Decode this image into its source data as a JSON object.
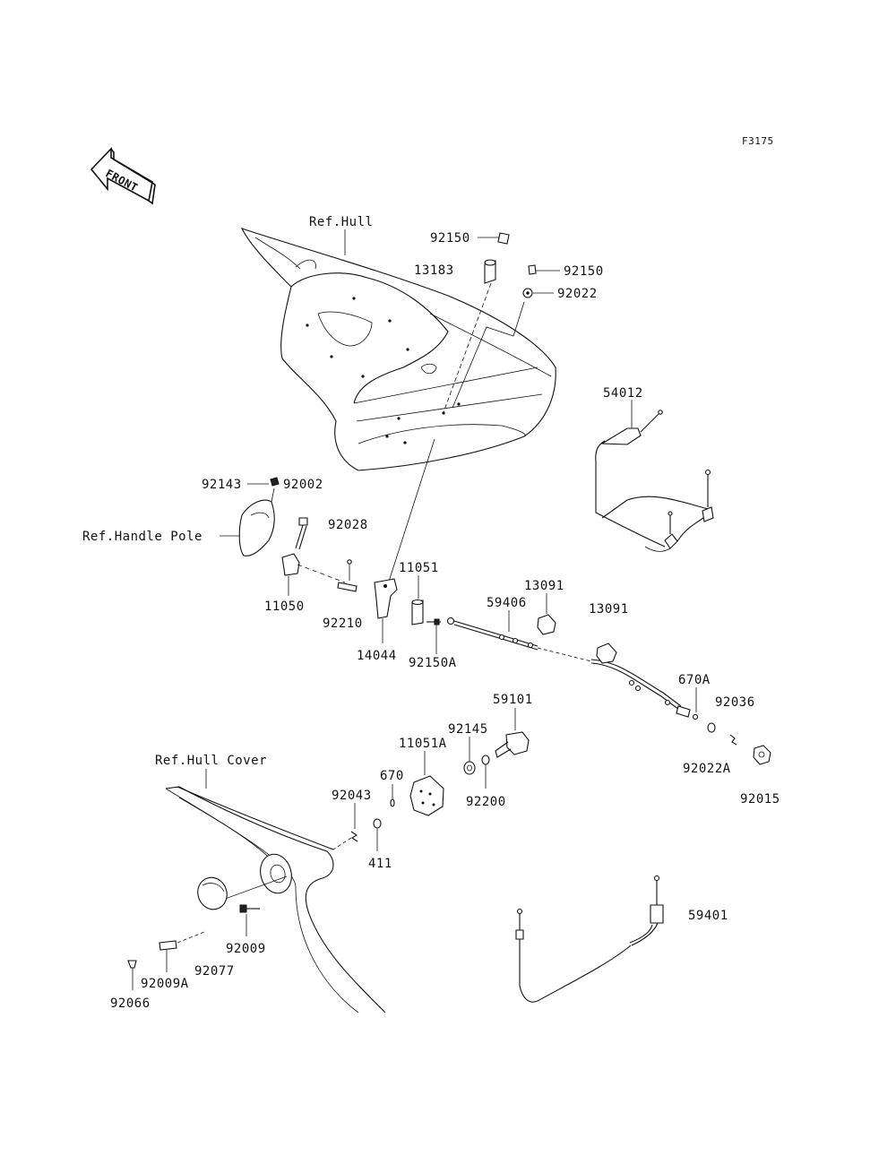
{
  "figure_code": "F3175",
  "front_label": "FRONT",
  "ref_labels": {
    "hull": "Ref.Hull",
    "handle_pole": "Ref.Handle Pole",
    "hull_cover": "Ref.Hull Cover"
  },
  "part_numbers": {
    "p92150_top": "92150",
    "p13183": "13183",
    "p92150_right": "92150",
    "p92022": "92022",
    "p54012": "54012",
    "p92143": "92143",
    "p92002": "92002",
    "p92028": "92028",
    "p11050": "11050",
    "p92210": "92210",
    "p14044": "14044",
    "p11051": "11051",
    "p92150A": "92150A",
    "p59406": "59406",
    "p13091_a": "13091",
    "p13091_b": "13091",
    "p670A": "670A",
    "p92036": "92036",
    "p92022A": "92022A",
    "p92015": "92015",
    "p59101": "59101",
    "p92145": "92145",
    "p11051A": "11051A",
    "p92200": "92200",
    "p670": "670",
    "p92043": "92043",
    "p411": "411",
    "p92009": "92009",
    "p92077": "92077",
    "p92009A": "92009A",
    "p92066": "92066",
    "p59401": "59401"
  }
}
